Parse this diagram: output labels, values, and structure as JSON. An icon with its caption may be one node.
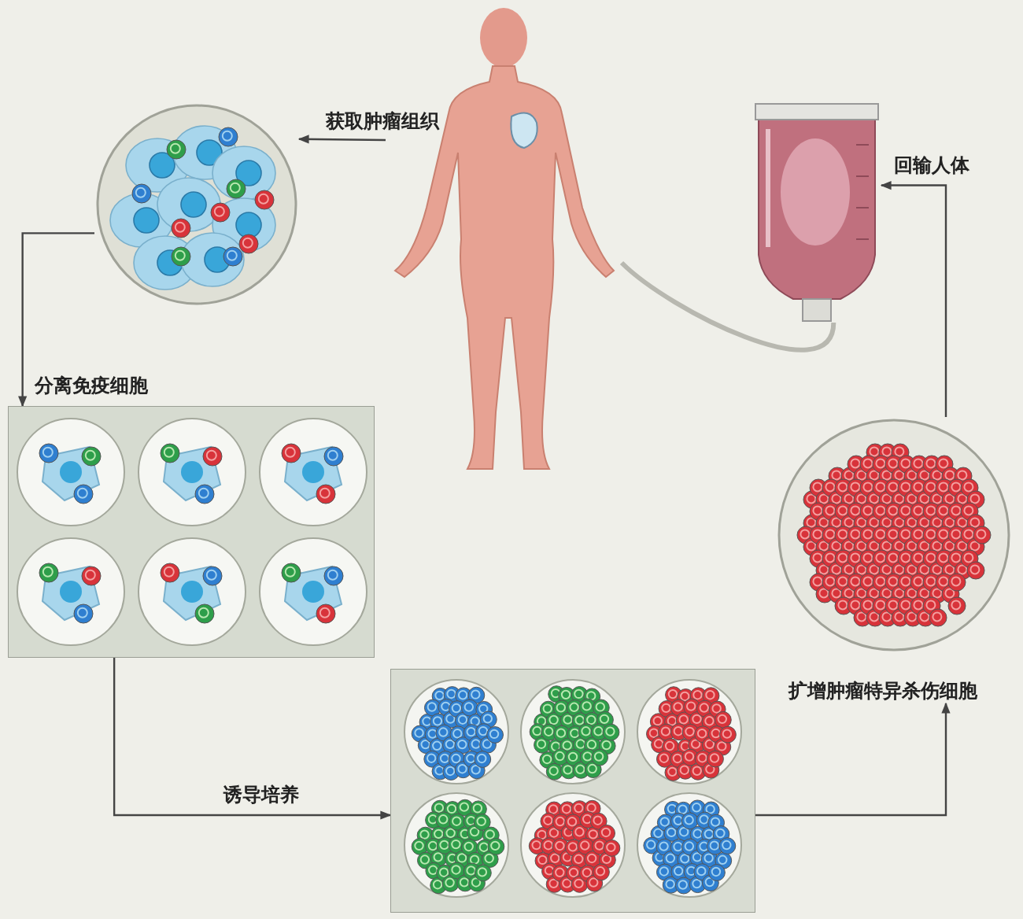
{
  "diagram": {
    "nodes": [
      {
        "text": [],
        "shape": "person"
      },
      {
        "text": [],
        "shape": "picture"
      },
      {
        "text": [],
        "shape": "picture"
      },
      {
        "text": [],
        "shape": "picture"
      },
      {
        "text": [],
        "shape": "picture",
        "beside": [
          "扩增肿瘤特异杀伤细胞"
        ]
      },
      {
        "text": [],
        "shape": "picture"
      }
    ],
    "edges": [
      {
        "from": 0,
        "to": 1,
        "arrow": "to",
        "label": "获取肿瘤组织"
      },
      {
        "from": 1,
        "to": 2,
        "arrow": "to",
        "label": "分离免疫细胞"
      },
      {
        "from": 2,
        "to": 3,
        "arrow": "to",
        "label": "诱导培养"
      },
      {
        "from": 3,
        "to": 4,
        "arrow": "to"
      },
      {
        "from": 4,
        "to": 5,
        "arrow": "to",
        "label": "回输人体"
      },
      {
        "from": 5,
        "to": 0,
        "arrow": "none",
        "style": "thick",
        "color": "#b8b8b0"
      }
    ]
  }
}
